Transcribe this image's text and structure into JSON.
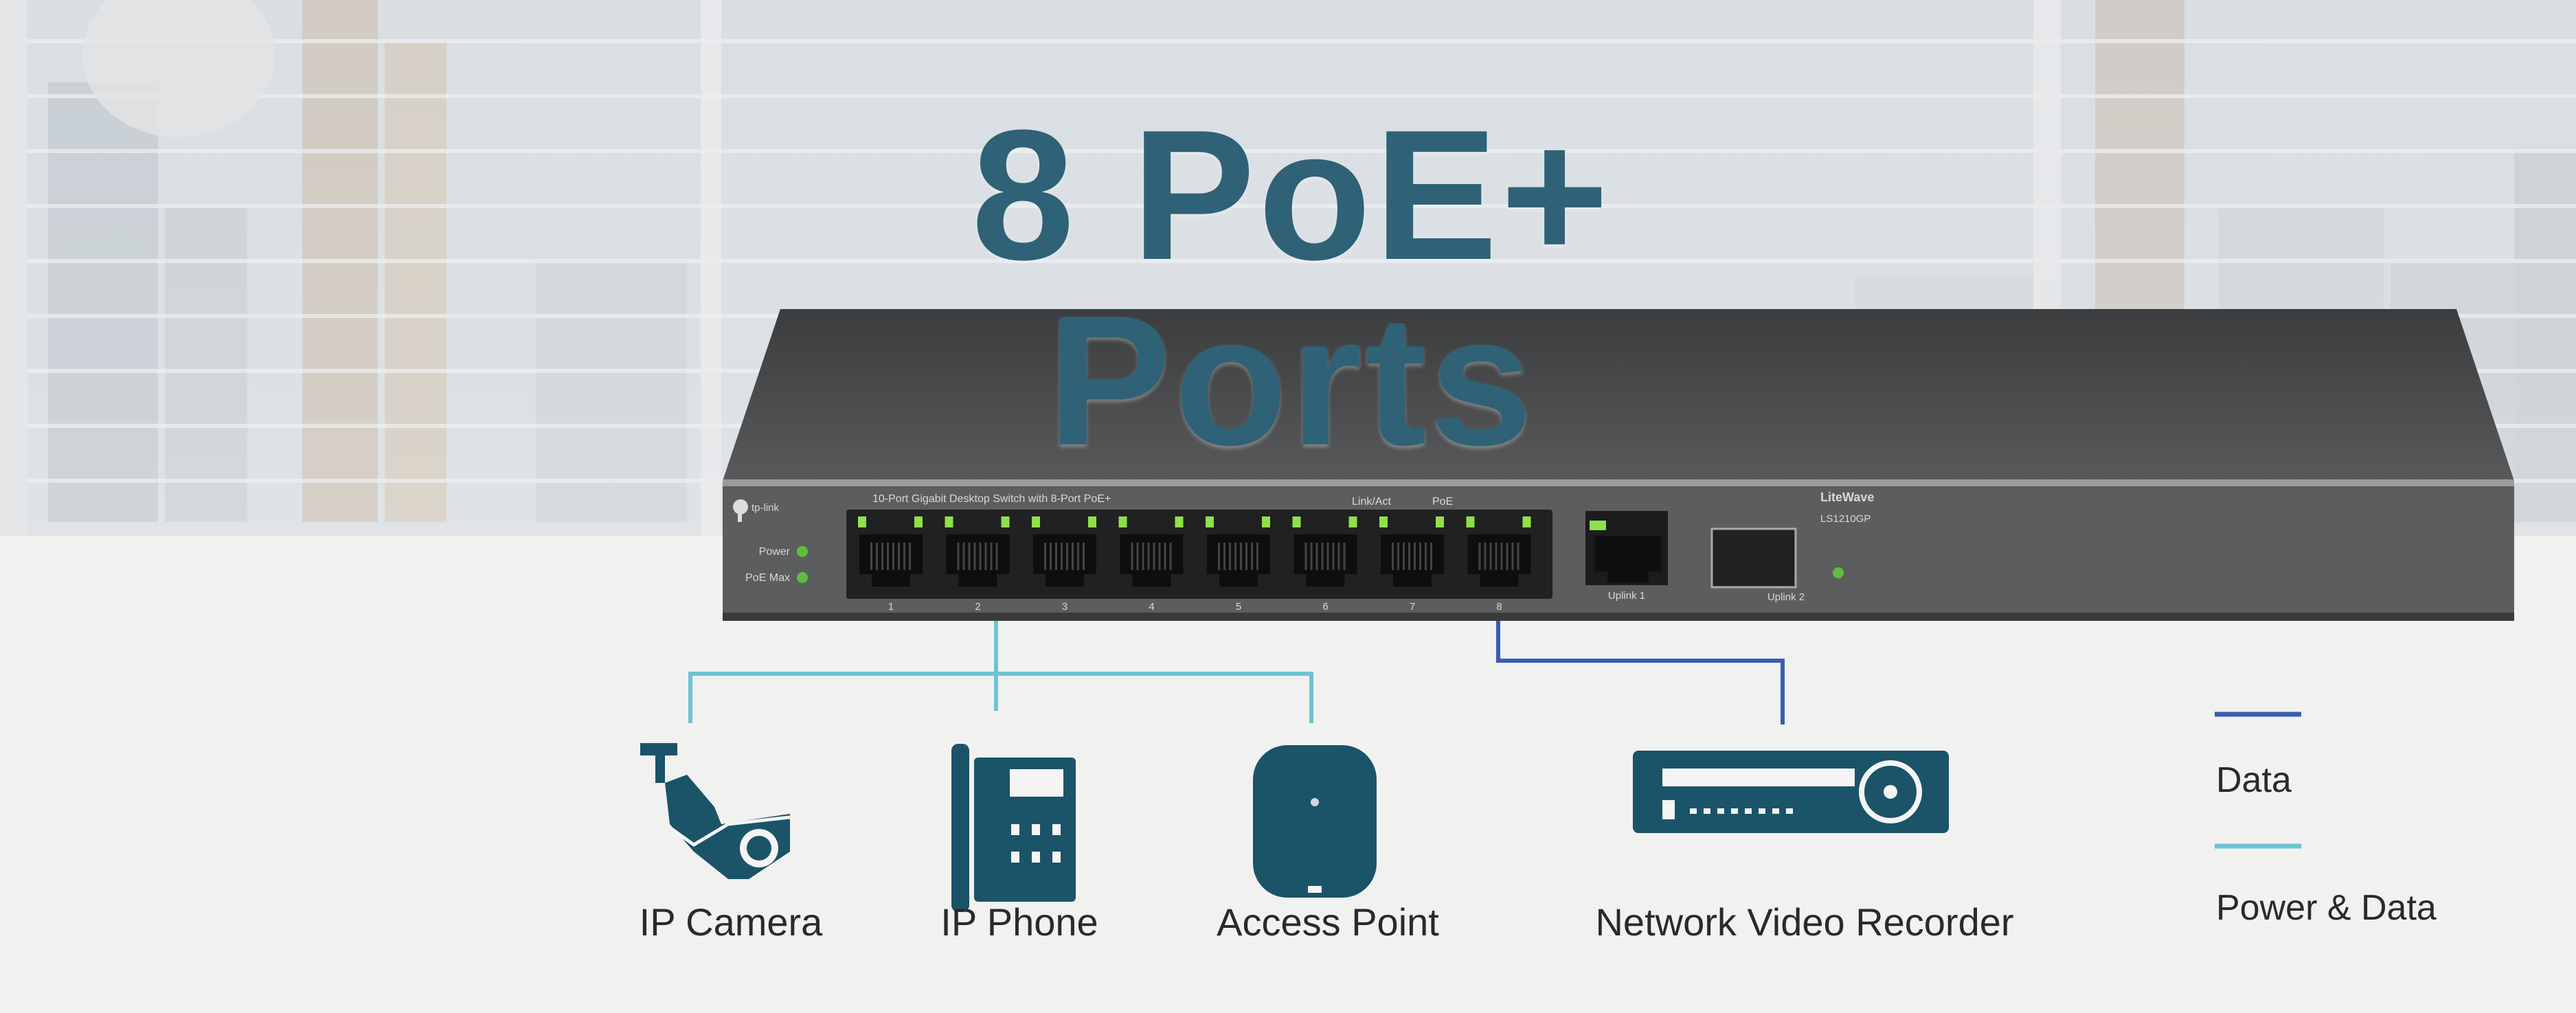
{
  "title": "8 PoE+ Ports",
  "switch": {
    "brand": "tp-link",
    "description": "10-Port Gigabit Desktop Switch with 8-Port PoE+",
    "led_labels": [
      "Link/Act",
      "PoE"
    ],
    "status_leds": [
      "Power",
      "PoE Max"
    ],
    "port_numbers": [
      "1",
      "2",
      "3",
      "4",
      "5",
      "6",
      "7",
      "8"
    ],
    "uplink1": "Uplink 1",
    "uplink2": "Uplink 2",
    "series": "LiteWave",
    "model": "LS1210GP"
  },
  "devices": [
    {
      "label": "IP Camera",
      "icon": "ip-camera-icon"
    },
    {
      "label": "IP Phone",
      "icon": "ip-phone-icon"
    },
    {
      "label": "Access Point",
      "icon": "access-point-icon"
    },
    {
      "label": "Network Video Recorder",
      "icon": "nvr-icon"
    }
  ],
  "legend": [
    {
      "label": "Data",
      "color": "#3a5db0"
    },
    {
      "label": "Power & Data",
      "color": "#6cc4d2"
    }
  ],
  "colors": {
    "icon": "#1b5369",
    "title": "#2f6276"
  }
}
